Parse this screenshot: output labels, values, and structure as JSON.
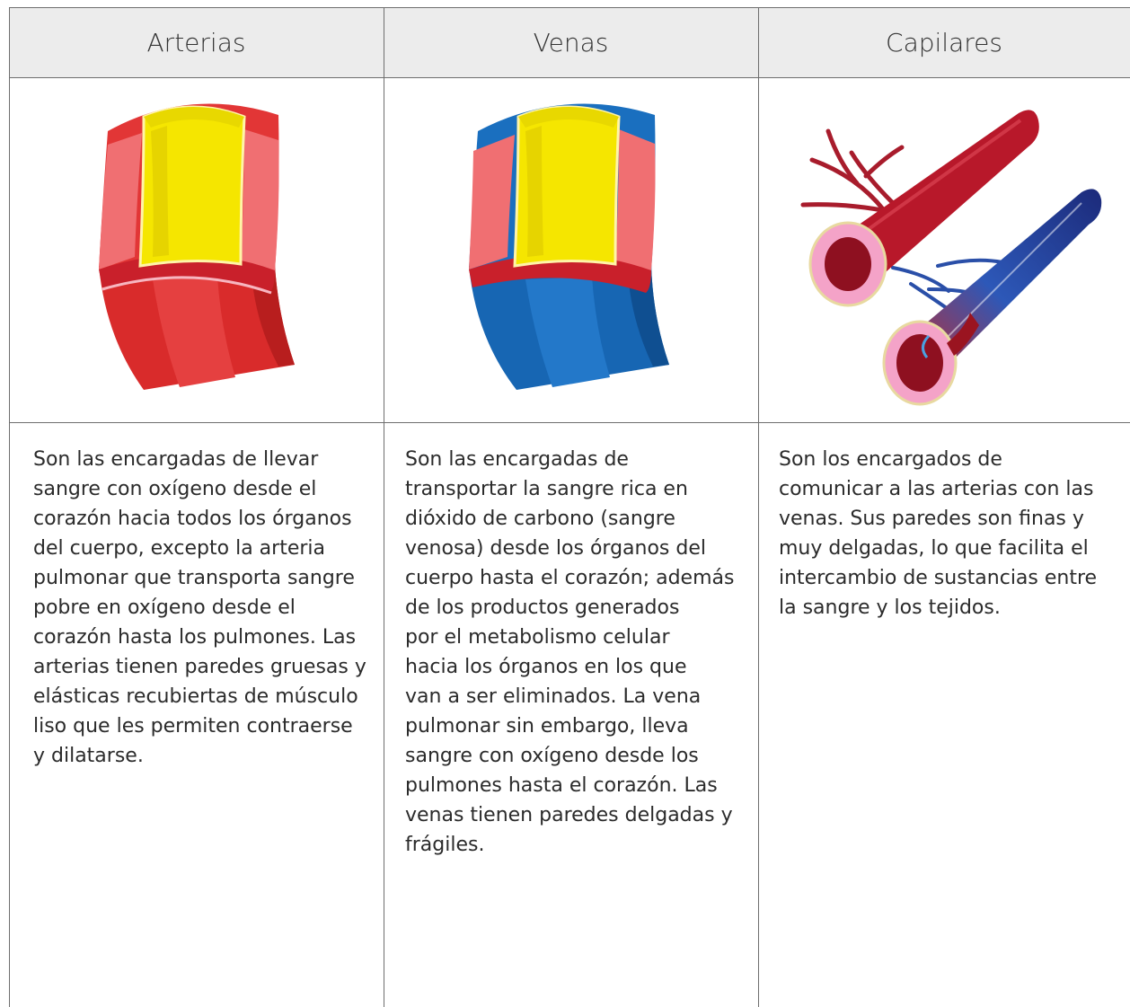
{
  "columns": [
    {
      "header": "Arterias",
      "lines": [
        "Son las  encargadas de llevar",
        "sangre con oxígeno desde el",
        "corazón hacia todos los órganos",
        "del cuerpo, excepto la arteria",
        "pulmonar que transporta sangre",
        "pobre en oxígeno desde el",
        "corazón hasta los pulmones. Las",
        "arterias tienen paredes gruesas y",
        "elásticas recubiertas de músculo",
        "liso que les permiten contraerse",
        "y dilatarse."
      ]
    },
    {
      "header": "Venas",
      "lines": [
        "Son las encargadas de",
        "transportar la sangre rica en",
        "dióxido de carbono (sangre",
        "venosa) desde los órganos del",
        "cuerpo hasta el corazón; además",
        "de los productos generados",
        "por el metabolismo celular",
        "hacia los órganos en los que",
        "van a ser eliminados. La vena",
        "pulmonar sin embargo, lleva",
        "sangre con oxígeno desde los",
        "pulmones hasta el corazón. Las",
        "venas tienen paredes delgadas y",
        "frágiles."
      ]
    },
    {
      "header": "Capilares",
      "lines": [
        "Son los encargados de",
        "comunicar a  las arterias con las",
        "venas. Sus paredes son finas y",
        "muy delgadas, lo que facilita  el",
        "intercambio de sustancias entre",
        "la sangre y los tejidos."
      ]
    }
  ],
  "colors": {
    "artery_red": "#e03232",
    "vein_blue": "#1a6fbf",
    "lumen_yellow": "#f5e600",
    "header_bg": "#ececec",
    "border": "#6e6e6e"
  },
  "icons": [
    "artery-cross-section-illustration",
    "vein-cross-section-illustration",
    "capillary-network-illustration"
  ]
}
